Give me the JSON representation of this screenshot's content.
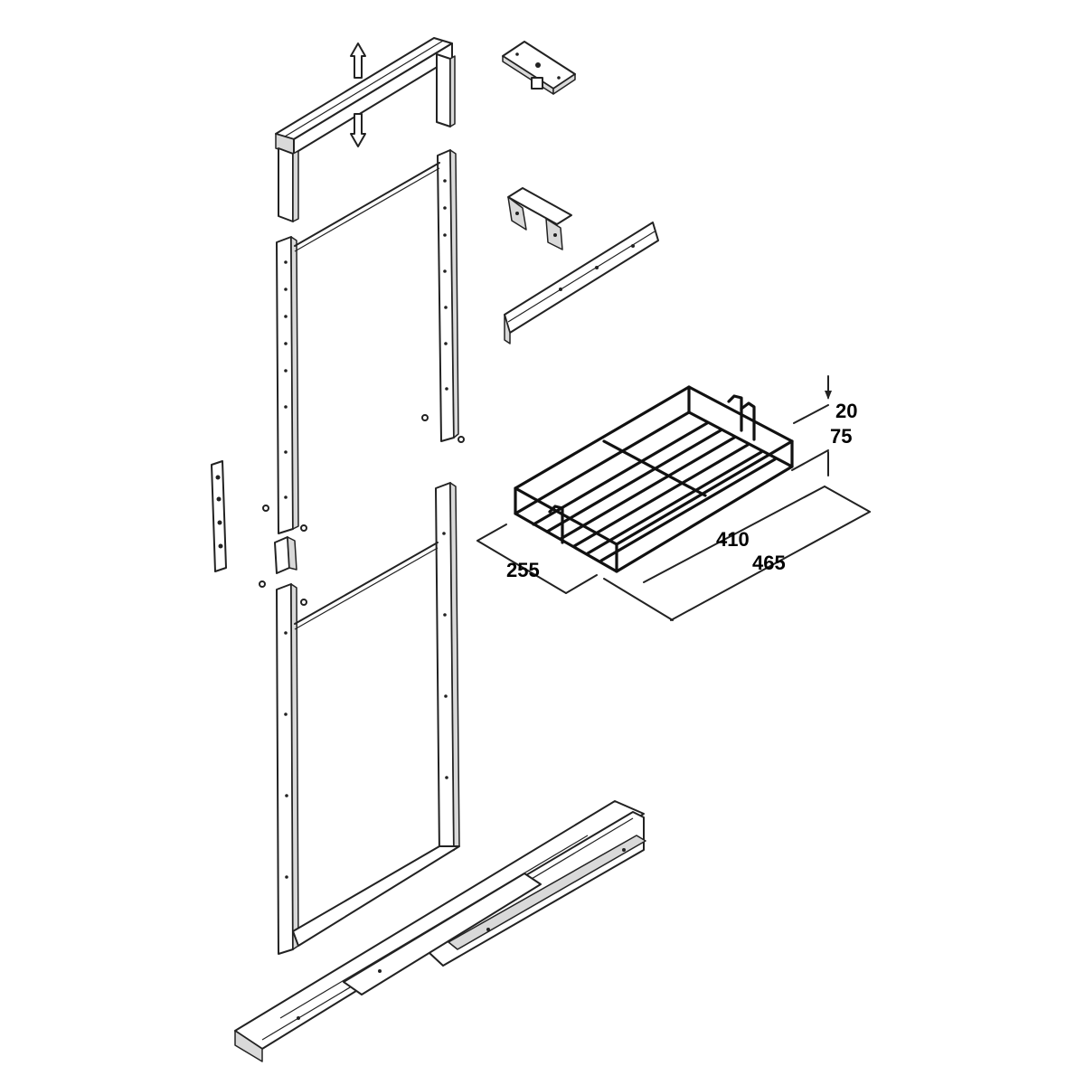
{
  "diagram": {
    "dimensions": {
      "wire_height": "20",
      "basket_height": "75",
      "basket_width": "255",
      "inner_depth": "410",
      "overall_depth": "465"
    }
  }
}
